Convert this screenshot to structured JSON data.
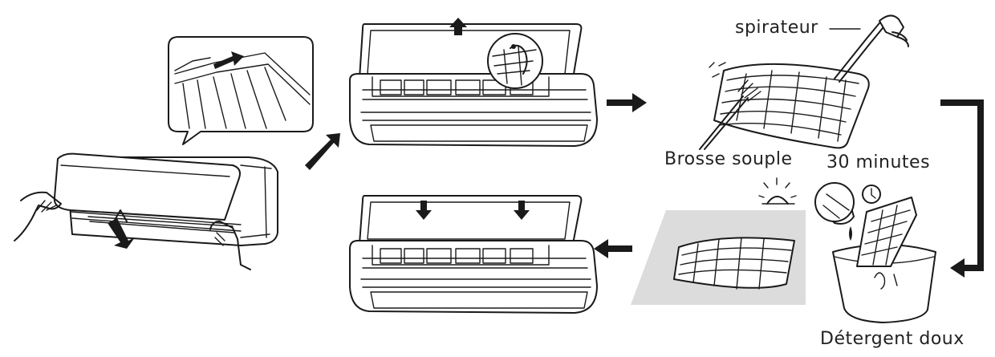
{
  "labels": {
    "vacuum": "spirateur",
    "brush": "Brosse souple",
    "soak_time": "30 minutes",
    "detergent": "Détergent doux"
  },
  "icons": [
    "arrow-right-icon",
    "arrow-down-icon",
    "arrow-left-icon",
    "sun-icon",
    "clock-icon"
  ],
  "colors": {
    "line": "#1a1a1a",
    "background": "#ffffff",
    "shadow": "#dcdcdc"
  }
}
